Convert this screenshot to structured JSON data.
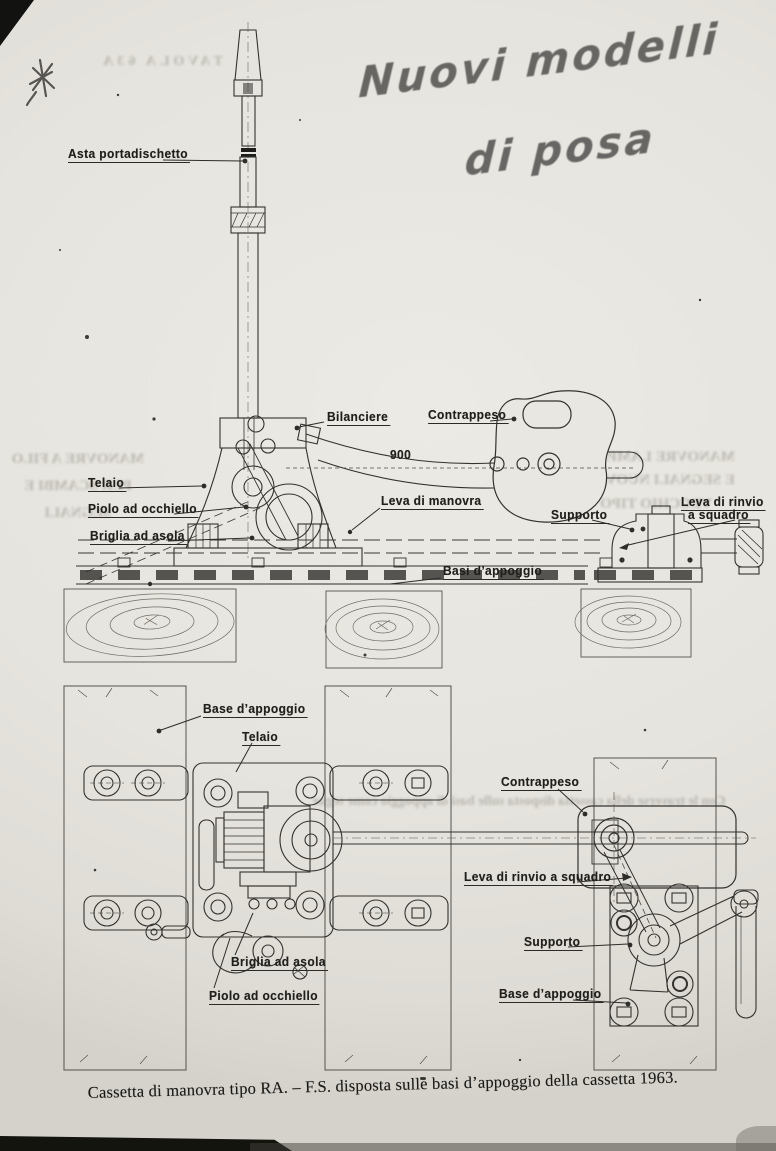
{
  "page": {
    "caption": "Cassetta di manovra tipo RA. – F.S. disposta sulle basi d’appoggio della cassetta 1963.",
    "handwriting_line1": "Nuovi modelli",
    "handwriting_line2": "di posa"
  },
  "labels": {
    "asta": "Asta portadischetto",
    "bilanciere": "Bilanciere",
    "contrappeso_top": "Contrappeso",
    "dim_900": "900",
    "telaio_top": "Telaio",
    "piolo_top": "Piolo ad occhiello",
    "briglia_top": "Briglia ad asola",
    "leva_manovra": "Leva di manovra",
    "supporto_top": "Supporto",
    "leva_rinvio_top_line1": "Leva di rinvio",
    "leva_rinvio_top_line2": "a squadro",
    "basi_appoggio": "Basi d’appoggio",
    "base_appoggio_lower": "Base d’appoggio",
    "telaio_lower": "Telaio",
    "contrappeso_lower": "Contrappeso",
    "leva_rinvio_lower": "Leva di rinvio a squadro",
    "supporto_lower": "Supporto",
    "base_appoggio_lower_right": "Base d’appoggio",
    "briglia_lower": "Briglia ad asola",
    "piolo_lower": "Piolo ad occhiello"
  },
  "bleedthrough": {
    "tavola": "TAVOLA 63A",
    "left_block": "MANOVRE A FILO PER SCAMBI E SEGNALI",
    "right_block": "MANOVRE LAMPADE E SEGNALI NUOVA DI VECCHIO TIPO",
    "middle_block": "Con le traverse della cassetta disposta sulle basi di appoggio come segue"
  },
  "colors": {
    "paper": "#e8e7e1",
    "ink": "#33322f",
    "pencil": "#4c4b49"
  }
}
